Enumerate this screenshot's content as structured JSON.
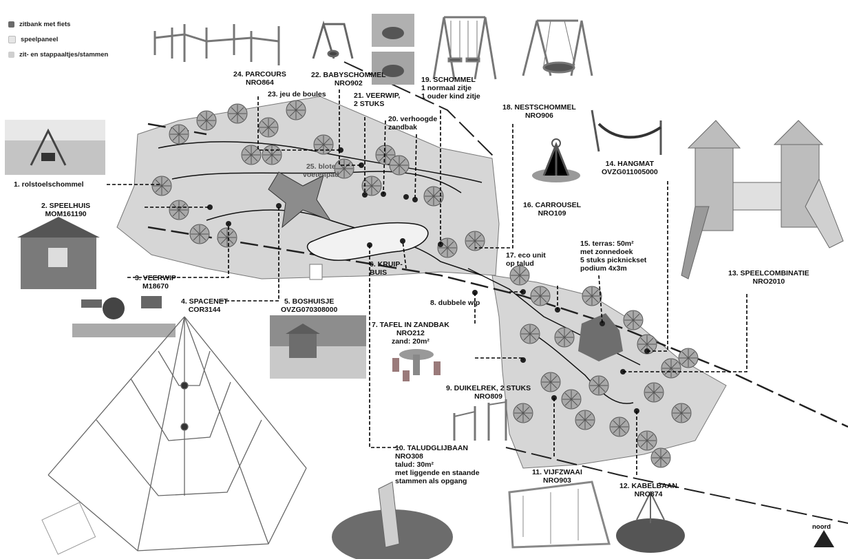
{
  "legend": {
    "items": [
      {
        "label": "zitbank met fiets",
        "color": "#6b6b6b"
      },
      {
        "label": "speelpaneel",
        "color": "#e6e6e6"
      },
      {
        "label": "zit- en stappaaltjes/stammen",
        "color": "#cfcfcf"
      }
    ]
  },
  "labels": {
    "l1": {
      "line1": "1. rolstoelschommel"
    },
    "l2": {
      "line1": "2. SPEELHUIS",
      "line2": "MOM161190"
    },
    "l3": {
      "line1": "3. VEERWIP",
      "line2": "M18670"
    },
    "l4": {
      "line1": "4. SPACENET",
      "line2": "COR3144"
    },
    "l5": {
      "line1": "5. BOSHUISJE",
      "line2": "OVZG070308000"
    },
    "l6": {
      "line1": "6. KRUIP-",
      "line2": "BUIS"
    },
    "l7": {
      "line1": "7. TAFEL IN ZANDBAK",
      "line2": "NRO212",
      "line3": "zand: 20m²"
    },
    "l8": {
      "line1": "8. dubbele wip"
    },
    "l9": {
      "line1": "9. DUIKELREK, 2 STUKS",
      "line2": "NRO809"
    },
    "l10": {
      "line1": "10. TALUDGLIJBAAN",
      "line2": "NRO308",
      "line3": "talud: 30m²",
      "line4": "met liggende en staande",
      "line5": "stammen als opgang"
    },
    "l11": {
      "line1": "11. VIJFZWAAI",
      "line2": "NRO903"
    },
    "l12": {
      "line1": "12. KABELBAAN",
      "line2": "NRO874"
    },
    "l13": {
      "line1": "13. SPEELCOMBINATIE",
      "line2": "NRO2010"
    },
    "l14": {
      "line1": "14. HANGMAT",
      "line2": "OVZG011005000"
    },
    "l15": {
      "line1": "15. terras: 50m²",
      "line2": "met zonnedoek",
      "line3": "5 stuks picknickset",
      "line4": "podium 4x3m"
    },
    "l16": {
      "line1": "16. CARROUSEL",
      "line2": "NRO109"
    },
    "l17": {
      "line1": "17. eco unit",
      "line2": "op talud"
    },
    "l18": {
      "line1": "18. NESTSCHOMMEL",
      "line2": "NRO906"
    },
    "l19": {
      "line1": "19. SCHOMMEL",
      "line2": "1 normaal zitje",
      "line3": "1 ouder kind zitje"
    },
    "l20": {
      "line1": "20. verhoogde",
      "line2": "zandbak"
    },
    "l21": {
      "line1": "21. VEERWIP,",
      "line2": "2 STUKS"
    },
    "l22": {
      "line1": "22. BABYSCHOMMEL",
      "line2": "NRO902"
    },
    "l23": {
      "line1": "23. jeu de boules"
    },
    "l24": {
      "line1": "24. PARCOURS",
      "line2": "NRO864"
    },
    "l25": {
      "line1": "25. blote",
      "line2": "voetenpad"
    }
  },
  "north": {
    "label": "noord"
  },
  "colors": {
    "site": "#d9d9d9",
    "tree": "#9a9a9a",
    "path": "#111111",
    "leader": "#000000"
  }
}
